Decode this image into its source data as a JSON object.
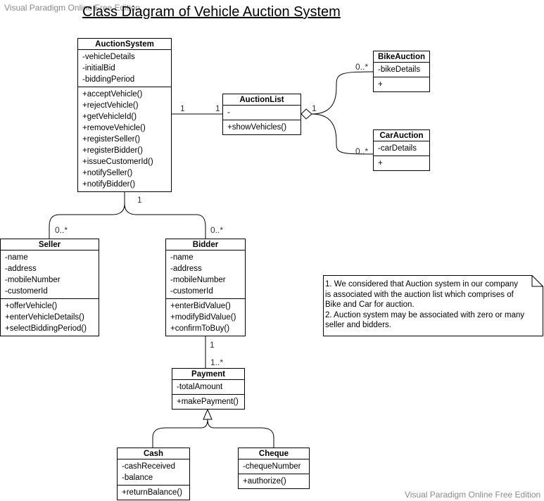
{
  "watermark_top": "Visual Paradigm Online Free Edition",
  "watermark_bottom": "Visual Paradigm Online Free Edition",
  "title": "Class Diagram of Vehicle Auction System",
  "classes": {
    "auction_system": {
      "name": "AuctionSystem",
      "attributes": [
        "-vehicleDetails",
        "-initialBid",
        "-biddingPeriod"
      ],
      "operations": [
        "+acceptVehicle()",
        "+rejectVehicle()",
        "+getVehicleId()",
        "+removeVehicle()",
        "+registerSeller()",
        "+registerBidder()",
        "+issueCustomerId()",
        "+notifySeller()",
        "+notifyBidder()"
      ]
    },
    "auction_list": {
      "name": "AuctionList",
      "attributes": [
        "-"
      ],
      "operations": [
        "+showVehicles()"
      ]
    },
    "bike_auction": {
      "name": "BikeAuction",
      "attributes": [
        "-bikeDetails"
      ],
      "operations": [
        "+"
      ]
    },
    "car_auction": {
      "name": "CarAuction",
      "attributes": [
        "-carDetails"
      ],
      "operations": [
        "+"
      ]
    },
    "seller": {
      "name": "Seller",
      "attributes": [
        "-name",
        "-address",
        "-mobileNumber",
        "-customerId"
      ],
      "operations": [
        "+offerVehicle()",
        "+enterVehicleDetails()",
        "+selectBiddingPeriod()"
      ]
    },
    "bidder": {
      "name": "Bidder",
      "attributes": [
        "-name",
        "-address",
        "-mobileNumber",
        "-customerId"
      ],
      "operations": [
        "+enterBidValue()",
        "+modifyBidValue()",
        "+confirmToBuy()"
      ]
    },
    "payment": {
      "name": "Payment",
      "attributes": [
        "-totalAmount"
      ],
      "operations": [
        "+makePayment()"
      ]
    },
    "cash": {
      "name": "Cash",
      "attributes": [
        "-cashReceived",
        "-balance"
      ],
      "operations": [
        "+returnBalance()"
      ]
    },
    "cheque": {
      "name": "Cheque",
      "attributes": [
        "-chequeNumber"
      ],
      "operations": [
        "+authorize()"
      ]
    }
  },
  "multiplicities": {
    "sys_list_left": "1",
    "sys_list_right": "1",
    "list_agg": "1",
    "bike_end": "0..*",
    "car_end": "0..*",
    "sys_bottom": "1",
    "seller_end": "0..*",
    "bidder_end": "0..*",
    "bidder_payment": "1",
    "payment_end": "1..*"
  },
  "note": {
    "lines": [
      "1. We considered that Auction system in our company",
      "is associated with the auction list which comprises of",
      "Bike and Car for auction.",
      "2. Auction system may be associated with zero or many",
      "seller and bidders."
    ]
  }
}
